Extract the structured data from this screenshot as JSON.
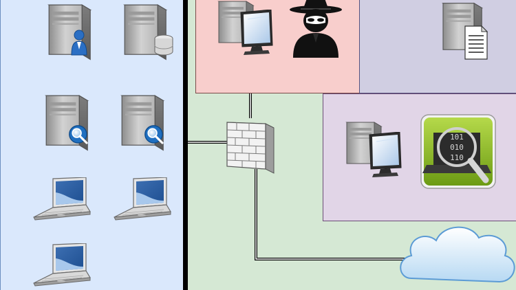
{
  "diagram": {
    "zones": {
      "internal": {
        "fill": "#dae8fc"
      },
      "red": {
        "fill": "#f8cecc"
      },
      "blue": {
        "fill": "#d0cee2"
      },
      "purple": {
        "fill": "#e1d5e7"
      },
      "outer": {
        "fill": "#d5e8d4"
      }
    },
    "nodes": {
      "user_server": {
        "icon": "server-user-icon"
      },
      "db_server": {
        "icon": "server-database-icon"
      },
      "search_server_1": {
        "icon": "server-search-icon"
      },
      "search_server_2": {
        "icon": "server-search-icon"
      },
      "laptop_1": {
        "icon": "laptop-icon"
      },
      "laptop_2": {
        "icon": "laptop-icon"
      },
      "laptop_3": {
        "icon": "laptop-icon"
      },
      "attacker_workstation": {
        "icon": "workstation-icon"
      },
      "attacker": {
        "icon": "spy-icon"
      },
      "document_server": {
        "icon": "server-document-icon"
      },
      "analyst_workstation": {
        "icon": "workstation-icon"
      },
      "binary_analysis": {
        "icon": "binary-analysis-icon",
        "bits": [
          "101",
          "010",
          "110"
        ]
      },
      "firewall": {
        "icon": "firewall-icon"
      },
      "cloud": {
        "icon": "cloud-icon"
      }
    }
  }
}
